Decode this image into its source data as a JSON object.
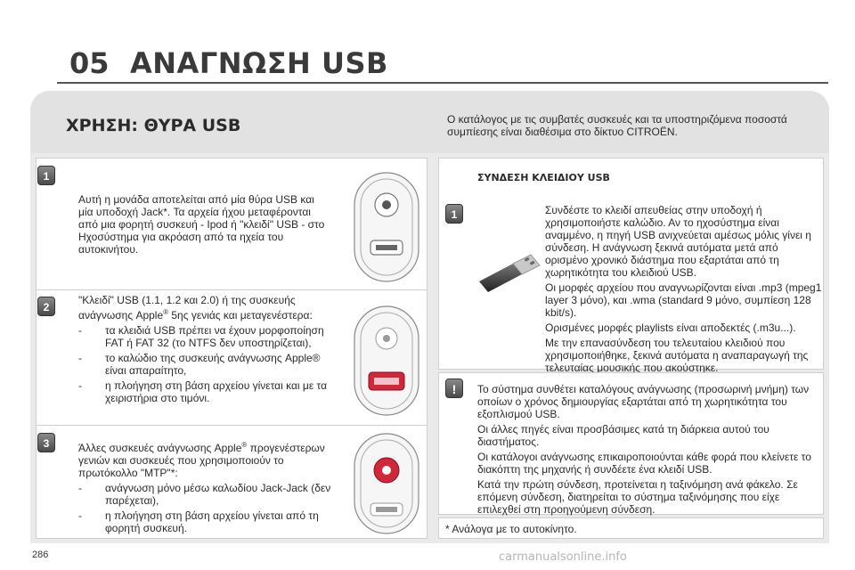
{
  "chapter": {
    "number": "05",
    "title": "ΑΝΑΓΝΩΣΗ USB"
  },
  "section_title": "ΧΡΗΣΗ: ΘΥΡΑ USB",
  "intro": "Ο κατάλογος με τις συμβατές συσκευές και τα υποστηριζόμενα ποσοστά συμπίεσης είναι διαθέσιμα στο δίκτυο CITROËN.",
  "left_items": [
    {
      "badge": "1",
      "text": "Αυτή η μονάδα αποτελείται από μία θύρα USB και μία υποδοχή Jack*. Τα αρχεία ήχου μεταφέρονται από μια φορητή συσκευή - Ipod ή \"κλειδί\" USB - στο Ηχοσύστημα για ακρόαση από τα ηχεία του αυτοκινήτου."
    },
    {
      "badge": "2",
      "text_a": "\"Κλειδί\" USB (1.1, 1.2 και 2.0) ή της συσκευής ανάγνωσης Apple",
      "sup": "®",
      "text_b": " 5ης γενιάς και μεταγενέστερα:",
      "bullets": [
        "τα κλειδιά USB πρέπει να έχουν μορφοποίηση FAT ή FAT 32 (το NTFS δεν υποστηρίζεται),",
        "το καλώδιο της συσκευής ανάγνωσης Apple® είναι απαραίτητο,",
        "η πλοήγηση στη βάση αρχείου γίνεται και με τα χειριστήρια στο τιμόνι."
      ]
    },
    {
      "badge": "3",
      "text_a": "Άλλες συσκευές ανάγνωσης Apple",
      "sup": "®",
      "text_b": " προγενέστερων γενιών και συσκευές που χρησιμοποιούν το πρωτόκολλο \"MTP\"*:",
      "bullets": [
        "ανάγνωση μόνο μέσω καλωδίου Jack-Jack (δεν παρέχεται),",
        "η πλοήγηση στη βάση αρχείου γίνεται από τη φορητή συσκευή."
      ]
    }
  ],
  "usb_key": {
    "title": "ΣΥΝΔΕΣΗ ΚΛΕΙΔΙΟΥ USB",
    "badge": "1",
    "paragraphs": [
      "Συνδέστε το κλειδί απευθείας στην υποδοχή ή χρησιμοποιήστε καλώδιο. Αν το ηχοσύστημα είναι αναμμένο, η πηγή USB ανιχνεύεται αμέσως μόλις γίνει η σύνδεση. Η ανάγνωση ξεκινά αυτόματα μετά από ορισμένο χρονικό διάστημα που εξαρτάται από τη χωρητικότητα του κλειδιού USB.",
      "Οι μορφές αρχείου που αναγνωρίζονται είναι .mp3 (mpeg1 layer 3 μόνο), και .wma (standard 9 μόνο, συμπίεση 128 kbit/s).",
      "Ορισμένες μορφές playlists είναι αποδεκτές (.m3u...).",
      "Με την επανασύνδεση του τελευταίου κλειδιού που χρησιμοποιήθηκε, ξεκινά αυτόματα η αναπαραγωγή της τελευταίας μουσικής που ακούστηκε."
    ]
  },
  "warning": {
    "badge": "!",
    "paragraphs": [
      "Το σύστημα συνθέτει καταλόγους ανάγνωσης (προσωρινή μνήμη) των οποίων ο χρόνος δημιουργίας εξαρτάται από τη χωρητικότητα του εξοπλισμού USB.",
      "Οι άλλες πηγές είναι προσβάσιμες κατά τη διάρκεια αυτού του διαστήματος.",
      "Οι κατάλογοι ανάγνωσης επικαιροποιούνται κάθε φορά που κλείνετε το διακόπτη της μηχανής ή συνδέετε ένα κλειδί USB.",
      "Κατά την πρώτη σύνδεση, προτείνεται η ταξινόμηση ανά φάκελο. Σε επόμενη σύνδεση, διατηρείται το σύστημα ταξινόμησης που είχε επιλεχθεί στη προηγούμενη σύνδεση."
    ]
  },
  "footnote": "* Ανάλογα με το αυτοκίνητο.",
  "page_number": "286",
  "watermark": "carmanualsonline.info",
  "colors": {
    "accent_red": "#d0283a",
    "panel_grey": "#eaeaea"
  }
}
